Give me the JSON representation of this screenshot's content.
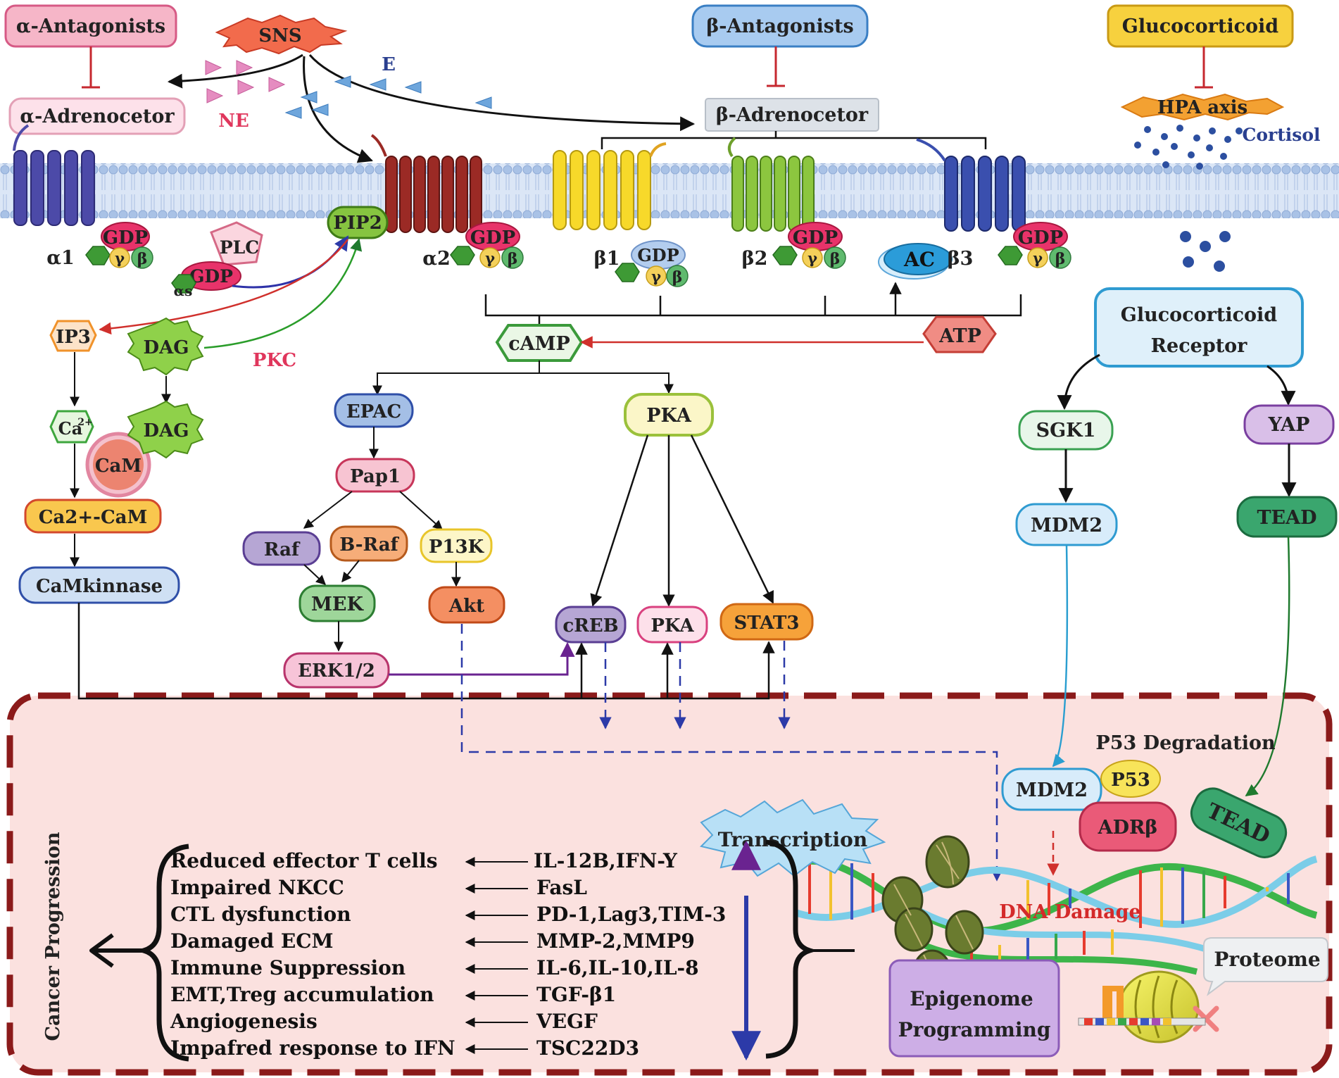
{
  "antagonists": {
    "alpha": "α-Antagonists",
    "beta": "β-Antagonists",
    "gluco": "Glucocorticoid"
  },
  "signals": {
    "sns": "SNS",
    "ne": "NE",
    "e": "E",
    "hpa": "HPA axis",
    "cortisol": "Cortisol"
  },
  "receptors": {
    "alpha_adrenocetor": "α-Adrenocetor",
    "beta_adrenocetor": "β-Adrenocetor",
    "a1": "α1",
    "a2": "α2",
    "b1": "β1",
    "b2": "β2",
    "b3": "β3"
  },
  "gprotein": {
    "gdp": "GDP",
    "alpha_s": "αs",
    "gamma": "γ",
    "beta": "β",
    "alpha_sub": "s"
  },
  "left_pathway": {
    "plc": "PLC",
    "pip2": "PIP2",
    "ip3": "IP3",
    "dag": "DAG",
    "pkc": "PKC",
    "ca": "Ca",
    "ca_sup": "2+",
    "cam": "CaM",
    "ca_cam": "Ca2+-CaM",
    "camkinase": "CaMkinnase"
  },
  "center_pathway": {
    "ac": "AC",
    "atp": "ATP",
    "camp": "cAMP",
    "epac": "EPAC",
    "pap1": "Pap1",
    "raf": "Raf",
    "braf": "B-Raf",
    "p13k": "P13K",
    "mek": "MEK",
    "akt": "Akt",
    "erk": "ERK1/2",
    "pka": "PKA",
    "creb": "cREB",
    "pka2": "PKA",
    "stat3": "STAT3"
  },
  "right_pathway": {
    "gr_line1": "Glucocorticoid",
    "gr_line2": "Receptor",
    "sgk1": "SGK1",
    "yap": "YAP",
    "mdm2": "MDM2",
    "tead": "TEAD"
  },
  "nucleus": {
    "p53_degradation": "P53 Degradation",
    "mdm2": "MDM2",
    "p53": "P53",
    "adrb": "ADRβ",
    "tead": "TEAD",
    "transcription": "Transcription",
    "dna_damage": "DNA Damage",
    "proteome": "Proteome",
    "epi_line1": "Epigenome",
    "epi_line2": "Programming",
    "cancer_progression": "Cancer Progression"
  },
  "effects": [
    {
      "outcome": "Reduced effector T cells",
      "gene": "IL-12B,IFN-Y"
    },
    {
      "outcome": "Impaired NKCC",
      "gene": "FasL"
    },
    {
      "outcome": "CTL dysfunction",
      "gene": "PD-1,Lag3,TIM-3"
    },
    {
      "outcome": "Damaged ECM",
      "gene": "MMP-2,MMP9"
    },
    {
      "outcome": "Immune Suppression",
      "gene": "IL-6,IL-10,IL-8"
    },
    {
      "outcome": "EMT,Treg accumulation",
      "gene": "TGF-β1"
    },
    {
      "outcome": "Angiogenesis",
      "gene": "VEGF"
    },
    {
      "outcome": "Impafred response to IFN",
      "gene": "TSC22D3"
    }
  ],
  "colors": {
    "membrane": "#a9c2e6",
    "nucleus_fill": "#fbe1df",
    "nucleus_border": "#8b1a1a",
    "ne_triangle": "#e58cc0",
    "e_triangle": "#6ea6dc",
    "text_red": "#e0365c",
    "text_blue": "#2a3f8f",
    "dna_damage": "#d42a2a"
  }
}
